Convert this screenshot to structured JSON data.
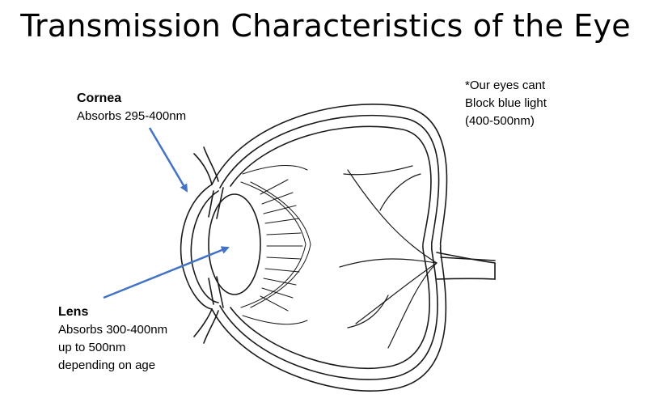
{
  "title": "Transmission Characteristics of the Eye",
  "cornea": {
    "heading": "Cornea",
    "line1": "Absorbs 295-400nm"
  },
  "lens": {
    "heading": "Lens",
    "line1": "Absorbs 300-400nm",
    "line2": "up to 500nm",
    "line3": "depending on age"
  },
  "note": {
    "line1": "*Our eyes cant",
    "line2": "Block blue light",
    "line3": "(400-500nm)"
  },
  "colors": {
    "arrow": "#4472c4",
    "stroke": "#1a1a1a"
  }
}
